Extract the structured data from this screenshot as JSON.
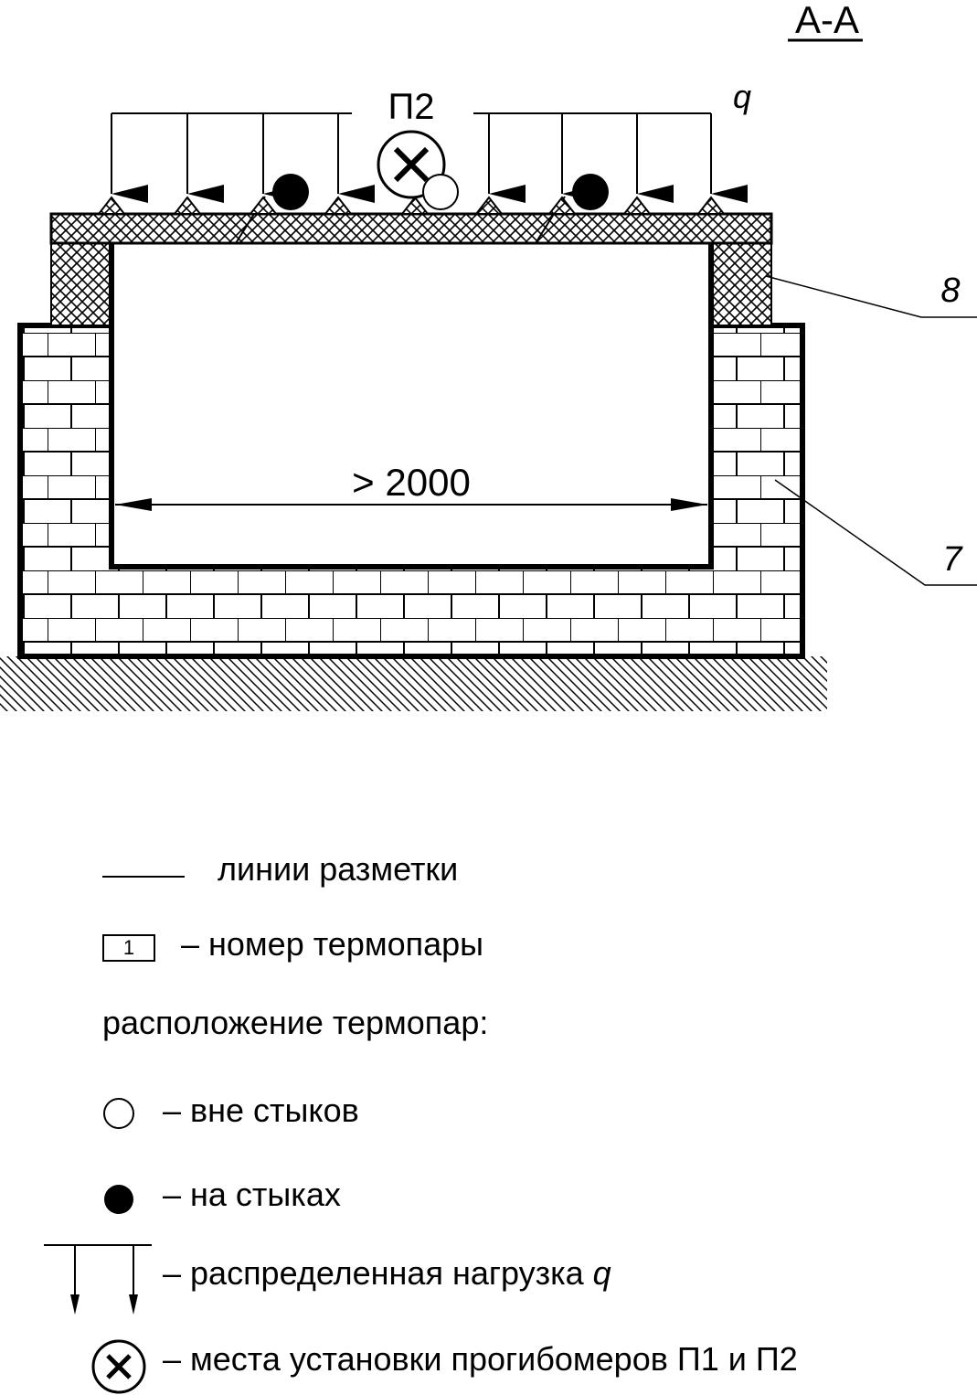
{
  "section_title": "А-А",
  "load_label": "q",
  "gauge_label": "П2",
  "dimension_text": "> 2000",
  "callouts": {
    "frame": "8",
    "wall": "7"
  },
  "legend": {
    "marking_lines": "линии разметки",
    "thermocouple_box_number": "1",
    "thermocouple_number": "– номер термопары",
    "thermocouple_location_heading": "расположение термопар:",
    "outside_joints": "– вне стыков",
    "at_joints": "– на стыках",
    "distributed_load": "– распределенная нагрузка ",
    "distributed_load_symbol": "q",
    "gauge_positions": "– места установки прогибомеров П1 и П2"
  }
}
